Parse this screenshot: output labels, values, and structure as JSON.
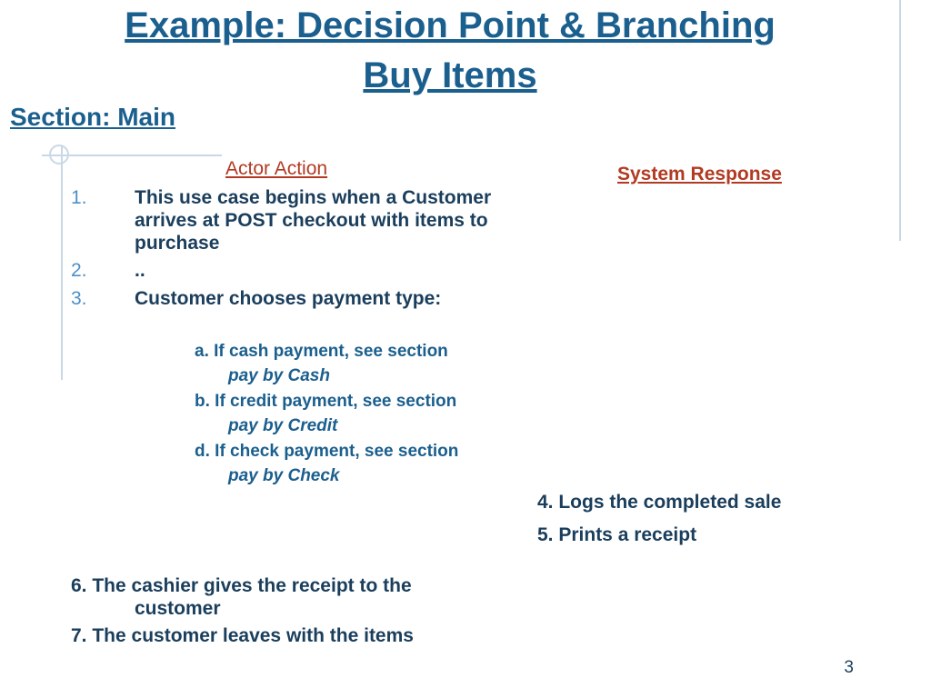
{
  "title": {
    "line1": "Example: Decision Point & Branching",
    "line2": "Buy Items"
  },
  "section": "Section: Main",
  "columns": {
    "actor": "Actor Action",
    "system": "System Response"
  },
  "actor_steps": [
    {
      "num": "1.",
      "text": "This use case begins when a Customer arrives at POST checkout with items to purchase"
    },
    {
      "num": "2.",
      "text": ".."
    },
    {
      "num": "3.",
      "text": "Customer chooses payment type:"
    }
  ],
  "payment_options": [
    {
      "text": "a. If cash payment, see section",
      "ref": "pay by Cash"
    },
    {
      "text": "b. If credit payment, see section",
      "ref": "pay by Credit"
    },
    {
      "text": "d. If check payment, see section",
      "ref": "pay by Check"
    }
  ],
  "system_responses": [
    "4. Logs the completed sale",
    "5. Prints a receipt"
  ],
  "later_steps": [
    {
      "lead": "6. The cashier gives the receipt to the",
      "cont": "customer"
    },
    {
      "lead": "7. The customer leaves with the items",
      "cont": ""
    }
  ],
  "page_number": "3"
}
